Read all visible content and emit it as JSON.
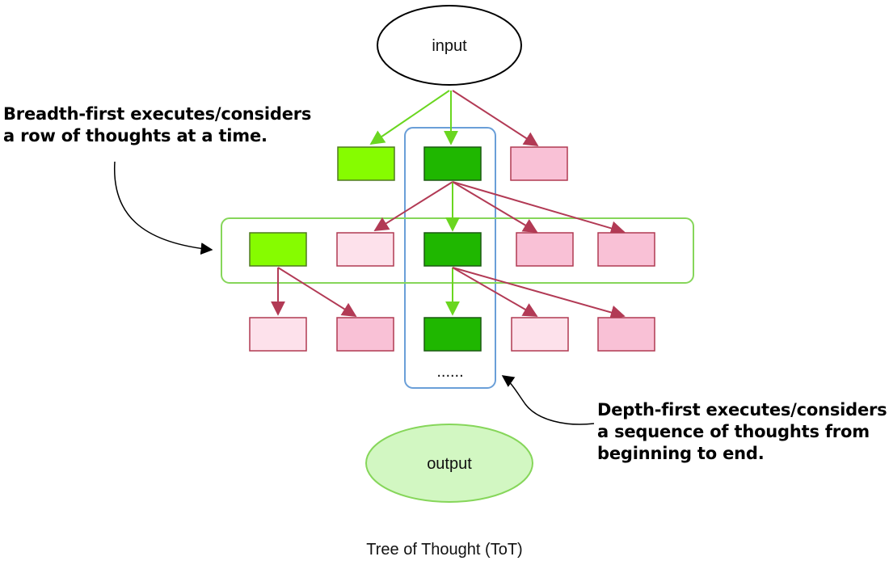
{
  "nodes": {
    "input_label": "input",
    "output_label": "output",
    "continuation": "......"
  },
  "annotations": {
    "breadth_first": [
      "Breadth-first executes/considers",
      "a row of thoughts at a time."
    ],
    "depth_first": [
      "Depth-first executes/considers",
      "a sequence of thoughts from",
      "beginning to end."
    ]
  },
  "caption": "Tree of Thought (ToT)",
  "colors": {
    "bright_green": "#86fc00",
    "dark_green": "#1fb700",
    "light_pink": "#fde1eb",
    "pink": "#f9c1d6",
    "pink_border": "#b03a52",
    "green_arrow": "#6ad620",
    "red_arrow": "#b23a55",
    "blue_frame": "#6a9fd8",
    "green_frame": "#86d65a",
    "output_fill": "#d2f7c2"
  }
}
